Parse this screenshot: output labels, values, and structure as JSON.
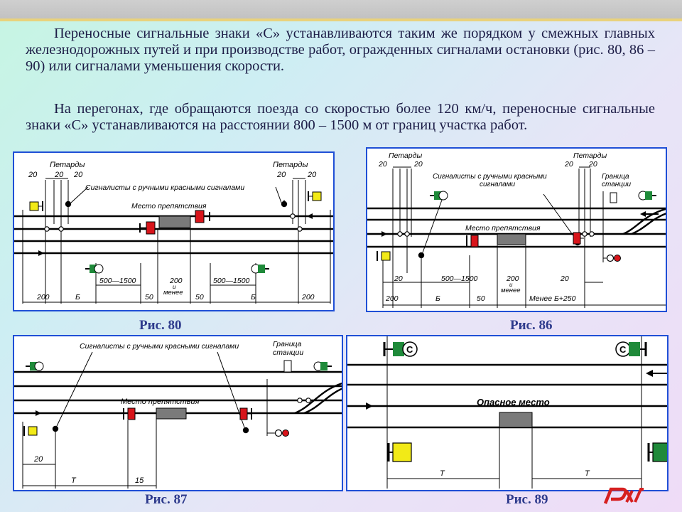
{
  "text": {
    "p1": "Переносные сигнальные знаки «С» устанавливаются таким же порядком у смежных главных железнодорожных путей и при производстве работ, огражденных сигналами остановки (рис. 80, 86 – 90) или сигналами уменьшения скорости.",
    "p2": "На перегонах, где обращаются поезда со скоростью более 120 км/ч, переносные сигнальные знаки «С» устанавливаются на расстоянии 800 – 1500 м от границ участка работ."
  },
  "captions": {
    "fig80": "Рис. 80",
    "fig86": "Рис. 86",
    "fig87": "Рис. 87",
    "fig89": "Рис. 89"
  },
  "fig80": {
    "petardy": "Петарды",
    "signalmen": "Сигналисты с ручными красными сигналами",
    "obstacle": "Место препятствия",
    "dims": {
      "d20": "20",
      "d200": "200",
      "b": "Б",
      "d50": "50",
      "d500_1500": "500—1500",
      "d200a": "200",
      "i": "и",
      "less": "менее"
    }
  },
  "fig86": {
    "petardy": "Петарды",
    "signalmen1": "Сигналисты с ручными красными",
    "signalmen2": "сигналами",
    "boundary1": "Граница",
    "boundary2": "станции",
    "obstacle": "Место препятствия",
    "dims": {
      "d20": "20",
      "d200": "200",
      "b": "Б",
      "d50": "50",
      "d500_1500": "500—1500",
      "d200a": "200",
      "i": "и",
      "less": "менее",
      "lessb": "Менее Б+250"
    }
  },
  "fig87": {
    "signalmen": "Сигналисты с ручными красными сигналами",
    "boundary1": "Граница",
    "boundary2": "станции",
    "obstacle": "Место препятствия",
    "dims": {
      "d20": "20",
      "t": "Т",
      "d15": "15"
    }
  },
  "fig89": {
    "danger": "Опасное место",
    "sign": "С",
    "dims": {
      "t": "Т"
    }
  },
  "logo": "РЖД",
  "colors": {
    "frame": "#1f4fd6",
    "caption": "#2d3a8c",
    "red": "#d8141a",
    "yellow": "#f2ea17",
    "green": "#1f8a3a",
    "logo": "#d62020"
  }
}
